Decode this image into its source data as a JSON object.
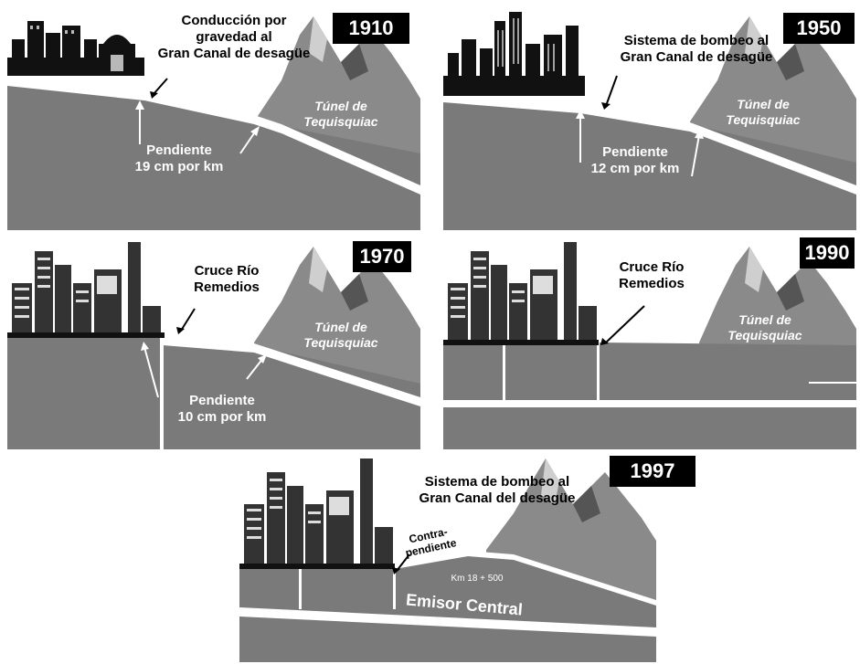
{
  "panels": [
    {
      "id": "p1910",
      "year": "1910",
      "top_label": "Conducción por\ngravedad al\nGran Canal de desagüe",
      "slope_label": "Pendiente\n19 cm por km",
      "tunnel_label": "Túnel de\nTequisquiac"
    },
    {
      "id": "p1950",
      "year": "1950",
      "top_label": "Sistema de bombeo al\nGran Canal de desagüe",
      "slope_label": "Pendiente\n12 cm por km",
      "tunnel_label": "Túnel de\nTequisquiac"
    },
    {
      "id": "p1970",
      "year": "1970",
      "top_label": "Cruce Río\nRemedios",
      "slope_label": "Pendiente\n10 cm por km",
      "tunnel_label": "Túnel de\nTequisquiac"
    },
    {
      "id": "p1990",
      "year": "1990",
      "top_label": "Cruce Río\nRemedios",
      "tunnel_label": "Túnel de\nTequisquiac"
    },
    {
      "id": "p1997",
      "year": "1997",
      "top_label": "Sistema de  bombeo al\nGran Canal del desagüe",
      "counter_label": "Contra-\npendiente",
      "km_label": "Km 18 + 500",
      "emisor_label": "Emisor Central"
    }
  ]
}
